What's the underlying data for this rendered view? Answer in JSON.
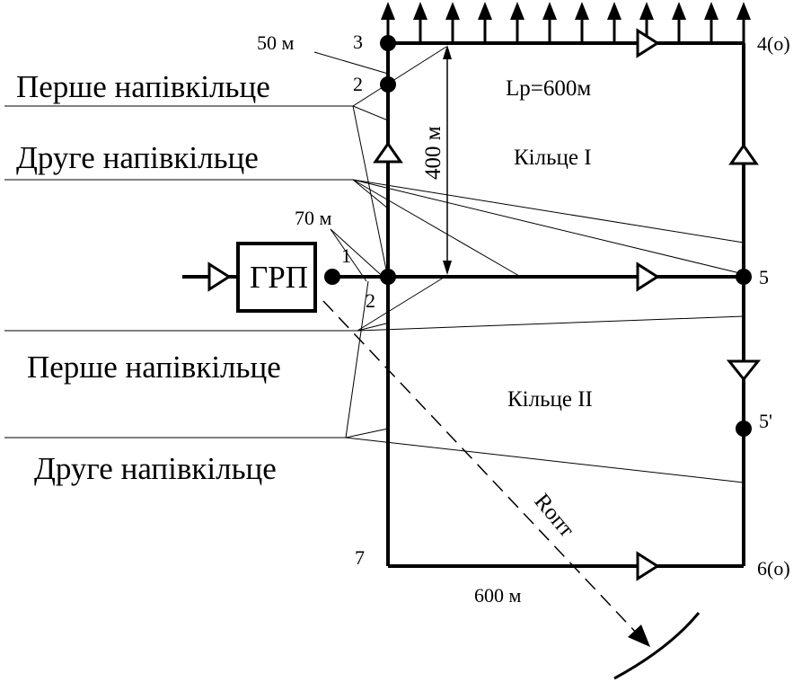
{
  "labels": {
    "first_half_ring_top": "Перше напівкільце",
    "second_half_ring_top": "Друге напівкільце",
    "first_half_ring_bottom": "Перше напівкільце",
    "second_half_ring_bottom": "Друге напівкільце",
    "grp": "ГРП",
    "ring_1": "Кільце І",
    "ring_2": "Кільце ІІ",
    "lp": "Lр=600м",
    "dist_50": "50 м",
    "dist_70": "70 м",
    "dist_400": "400 м",
    "dist_600": "600 м",
    "r_opt": "Rопт"
  },
  "nodes": {
    "n1": "1",
    "n2_top": "2",
    "n2_mid": "2",
    "n3": "3",
    "n4": "4(о)",
    "n5": "5",
    "n5p": "5'",
    "n6": "6(о)",
    "n7": "7"
  }
}
